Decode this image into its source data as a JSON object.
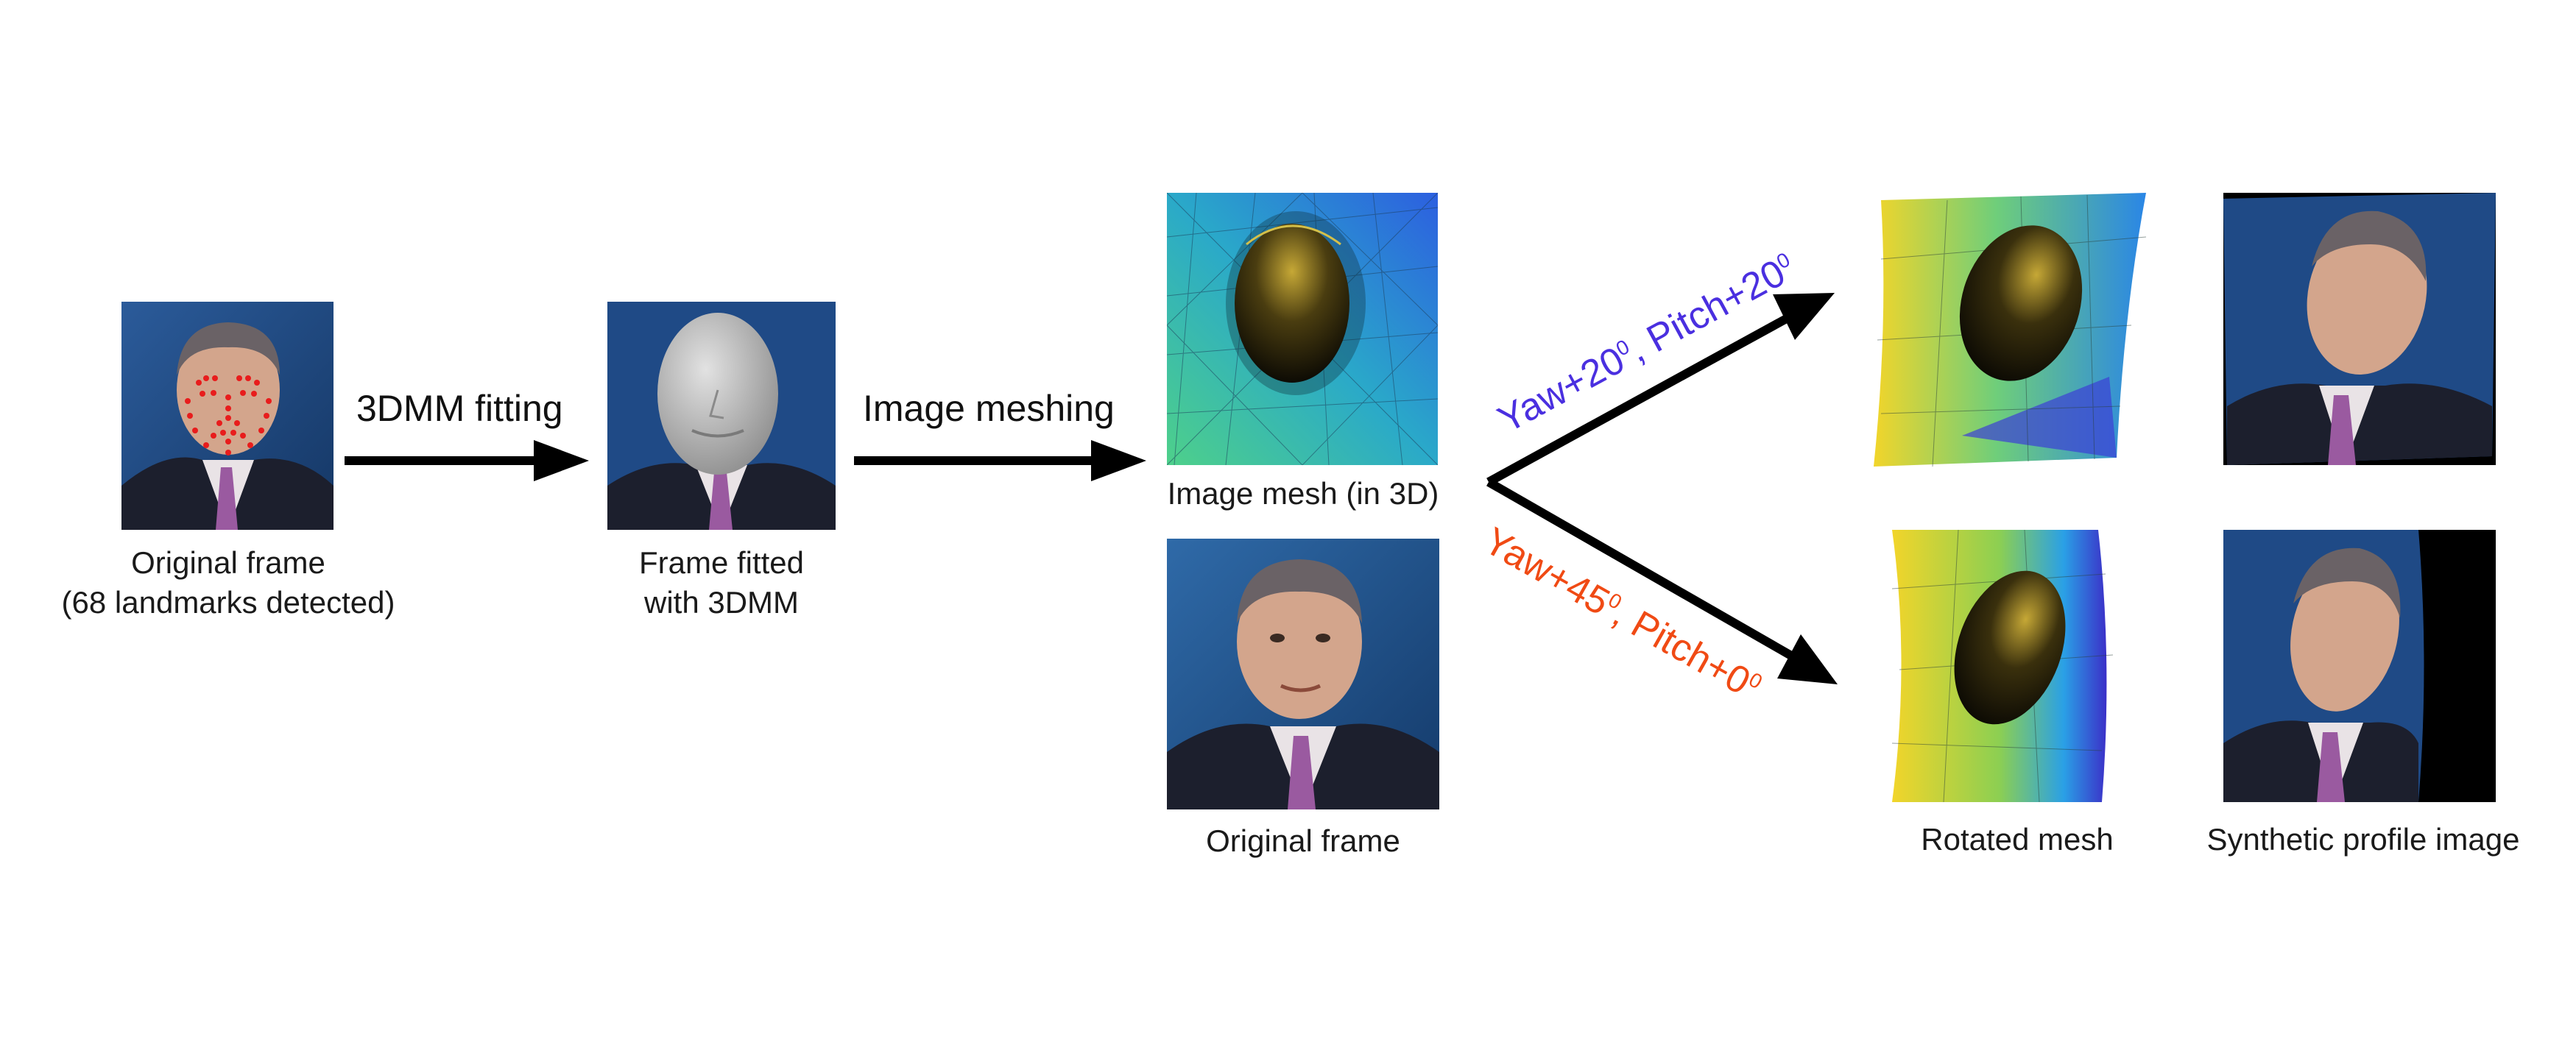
{
  "captions": {
    "original_frame_line1": "Original frame",
    "original_frame_line2": "(68 landmarks detected)",
    "fitted_line1": "Frame fitted",
    "fitted_line2": "with 3DMM",
    "image_mesh_3d": "Image mesh (in 3D)",
    "original_frame_2": "Original frame",
    "rotated_mesh": "Rotated mesh",
    "synthetic_profile": "Synthetic profile image"
  },
  "steps": {
    "fitting": "3DMM fitting",
    "meshing": "Image meshing"
  },
  "rotations": {
    "upper": {
      "yaw_prefix": "Yaw+20",
      "deg": "0",
      "pitch_prefix": ", Pitch+20",
      "deg2": "0",
      "color": "#4a2fe0"
    },
    "lower": {
      "yaw_prefix": "Yaw+45",
      "deg": "0",
      "pitch_prefix": ", Pitch+0",
      "deg2": "0",
      "color": "#f04a14"
    }
  },
  "colors": {
    "arrow": "#000000",
    "photo_bg": "#1f4a86",
    "suit": "#1c1f2d",
    "shirt": "#e9e3e6",
    "tie": "#9a5aa0",
    "skin": "#d3a58c",
    "hair": "#6a6266",
    "landmark": "#e81c1c",
    "mesh_gray": "#bdbdbd"
  }
}
